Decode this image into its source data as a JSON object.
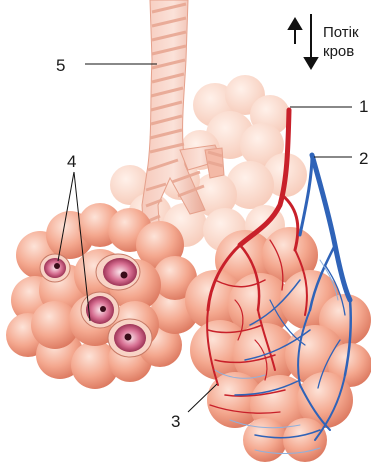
{
  "labels": {
    "one": "1",
    "two": "2",
    "three": "3",
    "four": "4",
    "five": "5"
  },
  "flow": {
    "line1": "Потік",
    "line2": "кров"
  },
  "colors": {
    "alveolus": "#f2a58e",
    "alveolus_light": "#fcd6c6",
    "alveolus_dark": "#d9735a",
    "bronchiole": "#f0b3a3",
    "artery": "#c8202a",
    "vein": "#2f63b8",
    "vein_light": "#8fb0dc",
    "opening": "#c0486b"
  }
}
